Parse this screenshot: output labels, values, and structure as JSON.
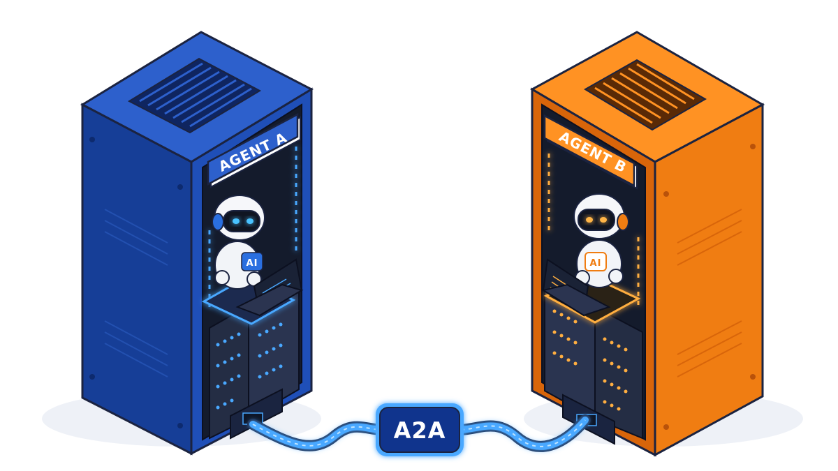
{
  "agents": [
    {
      "label": "AGENT A",
      "badge": "AI",
      "theme": "blue"
    },
    {
      "label": "AGENT B",
      "badge": "AI",
      "theme": "orange"
    }
  ],
  "connector": {
    "label": "A2A"
  },
  "colors": {
    "blue_front": "#1f4fb8",
    "blue_side": "#163e97",
    "blue_top": "#2d60cc",
    "blue_glow": "#49a8ff",
    "orange_front": "#f07d12",
    "orange_side": "#d8650a",
    "orange_top": "#ff9223",
    "orange_glow": "#ffae40",
    "cable": "#4aa8ff",
    "cable_core": "#bfe4ff",
    "badge_fill": "#10348d",
    "outline": "#1b2340"
  }
}
